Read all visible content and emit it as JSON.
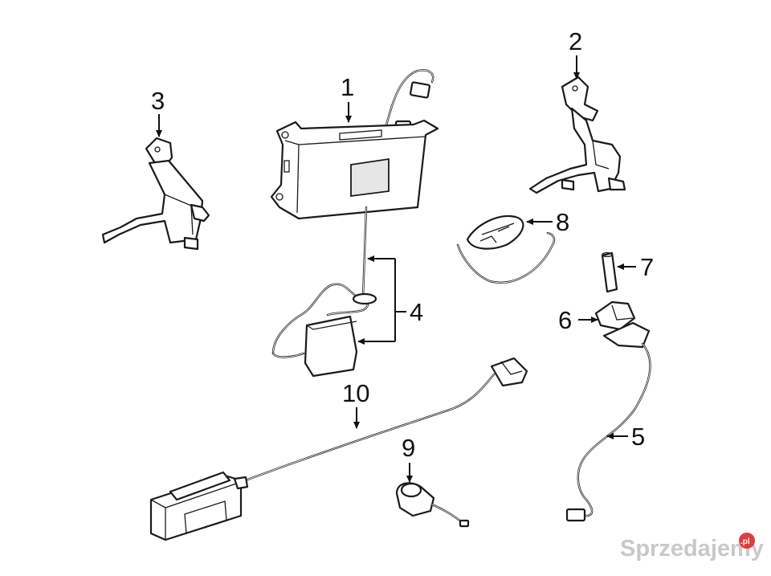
{
  "callouts": {
    "c1": "1",
    "c2": "2",
    "c3": "3",
    "c4": "4",
    "c5": "5",
    "c6": "6",
    "c7": "7",
    "c8": "8",
    "c9": "9",
    "c10": "10"
  },
  "watermark": {
    "text": "Sprzedajemy",
    "badge": ".pl",
    "badge_color": "#e23b3b"
  },
  "colors": {
    "line": "#1a1a1a",
    "background": "#ffffff"
  }
}
